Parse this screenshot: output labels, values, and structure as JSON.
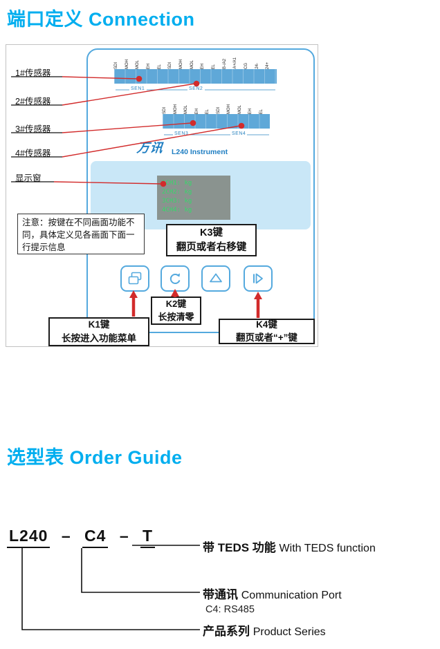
{
  "headings": {
    "connection": "端口定义 Connection",
    "order_guide": "选型表 Order Guide"
  },
  "colors": {
    "accent_cyan": "#00AEEF",
    "panel_blue": "#54A9DE",
    "strip_blue": "#5FA8D8",
    "display_bg": "#C9E7F7",
    "lcd_bg": "#8A938F",
    "lcd_text": "#35D86A",
    "pointer_red": "#D22B2B"
  },
  "diagram": {
    "labels": [
      "1#传感器",
      "2#传感器",
      "3#传感器",
      "4#传感器",
      "显示窗"
    ],
    "pins_top": [
      "SDI",
      "MOH",
      "MOL",
      "EH",
      "EL",
      "SDI",
      "MOH",
      "MOL",
      "EH",
      "EL",
      "B-/A2",
      "A+/A1",
      "CG",
      "24-",
      "24+"
    ],
    "pins_bottom": [
      "SDI",
      "MOH",
      "MOL",
      "EH",
      "EL",
      "SDI",
      "MOH",
      "MOL",
      "EH",
      "EL"
    ],
    "sen_labels": [
      "SEN1",
      "SEN2",
      "SEN3",
      "SEN4"
    ],
    "logo_text": "万讯",
    "brand_text": "L240 Instrument",
    "display_lines": [
      "1CH1:    kg",
      "2CH2:    kg",
      "3CH3:    kg",
      "4CH4:    kg"
    ],
    "note": "注意：按键在不同画面功能不同，具体定义见各画面下面一行提示信息",
    "keys": {
      "k1": {
        "title": "K1键",
        "desc": "长按进入功能菜单"
      },
      "k2": {
        "title": "K2键",
        "desc": "长按清零"
      },
      "k3": {
        "title": "K3键",
        "desc": "翻页或者右移键"
      },
      "k4": {
        "title": "K4键",
        "desc": "翻页或者“+”键"
      }
    }
  },
  "order_guide": {
    "model": "L240",
    "dash": "–",
    "comm_code": "C4",
    "teds_code": "T",
    "teds": {
      "zh": "带 TEDS 功能",
      "en": "With TEDS function"
    },
    "comm": {
      "zh": "带通讯",
      "en": "Communication Port",
      "detail": "C4: RS485"
    },
    "series": {
      "zh": "产品系列",
      "en": "Product Series"
    }
  }
}
